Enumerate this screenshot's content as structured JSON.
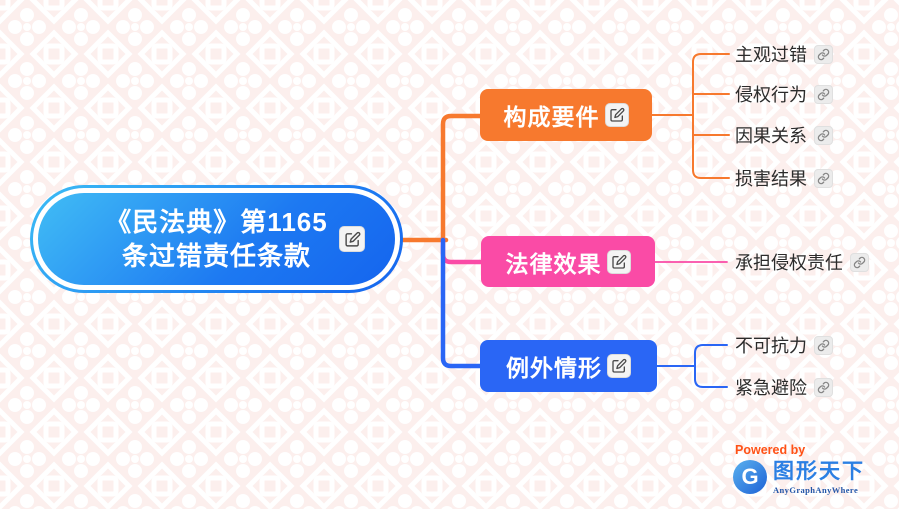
{
  "root": {
    "line1": "《民法典》第1165",
    "line2": "条过错责任条款"
  },
  "branches": [
    {
      "label": "构成要件",
      "color": "#F7792E",
      "children": [
        "主观过错",
        "侵权行为",
        "因果关系",
        "损害结果"
      ]
    },
    {
      "label": "法律效果",
      "color": "#FA4BA6",
      "children": [
        "承担侵权责任"
      ]
    },
    {
      "label": "例外情形",
      "color": "#2A66F5",
      "children": [
        "不可抗力",
        "紧急避险"
      ]
    }
  ],
  "footer": {
    "powered_by": "Powered by",
    "logo_letter": "G",
    "brand_name": "图形天下",
    "brand_subtitle": "AnyGraphAnyWhere"
  },
  "colors": {
    "root_gradient_start": "#3CBCF5",
    "root_gradient_end": "#1565EE",
    "branch_orange": "#F7792E",
    "branch_pink": "#FA4BA6",
    "branch_blue": "#2A66F5",
    "leaf_text": "#2B2B2B",
    "powered_by_text": "#FF5115",
    "brand_blue": "#2B7FE3",
    "background_pink": "#FAE6E3"
  }
}
